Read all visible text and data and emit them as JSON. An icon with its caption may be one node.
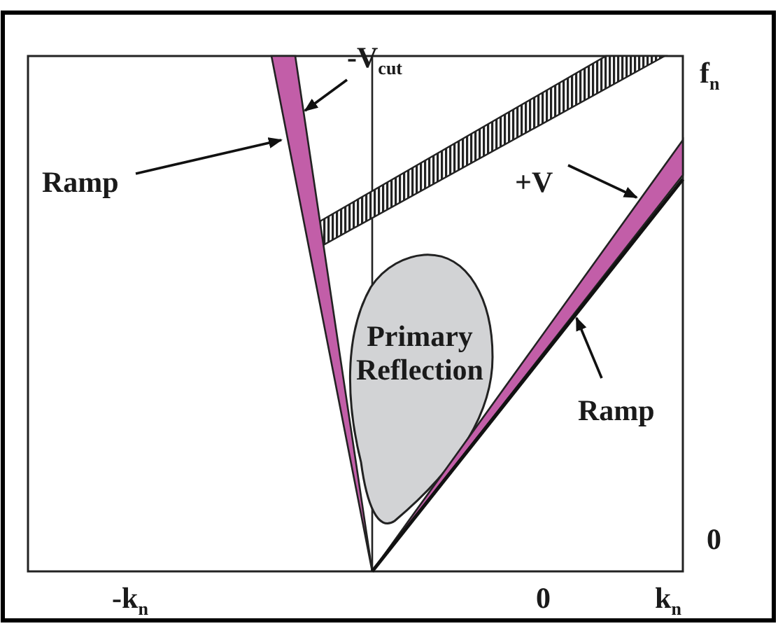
{
  "diagram": {
    "nodes": [
      {
        "text": [
          "-V$_{cut}$"
        ]
      },
      {
        "text": [
          "Ramp"
        ]
      },
      {
        "text": [
          "+V"
        ]
      },
      {
        "text": [
          "Primary Reflection"
        ]
      },
      {
        "text": [
          "Ramp"
        ]
      },
      {
        "text": [],
        "shape": "bar"
      },
      {
        "text": [],
        "shape": "bar"
      }
    ],
    "edges": [
      {
        "from": 0,
        "to": 5,
        "arrow": "to"
      },
      {
        "from": 1,
        "to": 5,
        "arrow": "to"
      },
      {
        "from": 2,
        "to": 6,
        "arrow": "to"
      },
      {
        "from": 4,
        "to": 6,
        "arrow": "to"
      }
    ],
    "labels": [
      "f$_{n}$",
      "0",
      "-k$_{n}$",
      "0",
      "k$_{n}$"
    ]
  }
}
